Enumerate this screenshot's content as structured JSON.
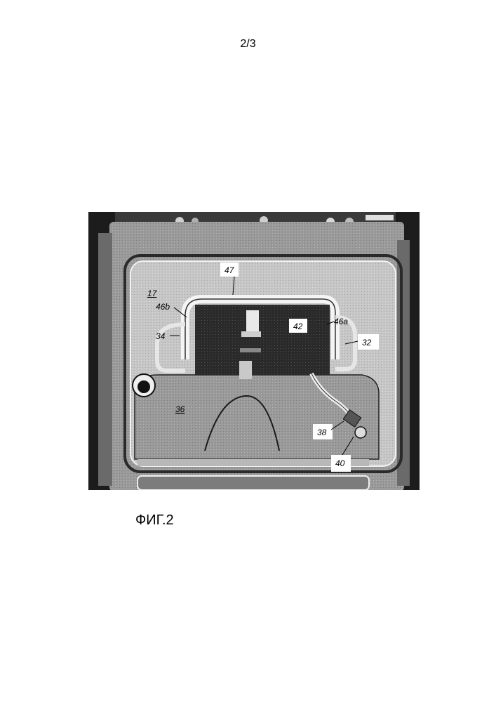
{
  "page": {
    "number": "2/3"
  },
  "figure": {
    "caption": "ФИГ.2",
    "labels": {
      "l17": "17",
      "l47": "47",
      "l46b": "46b",
      "l46a": "46a",
      "l42": "42",
      "l34": "34",
      "l32": "32",
      "l36": "36",
      "l38": "38",
      "l40": "40"
    }
  }
}
